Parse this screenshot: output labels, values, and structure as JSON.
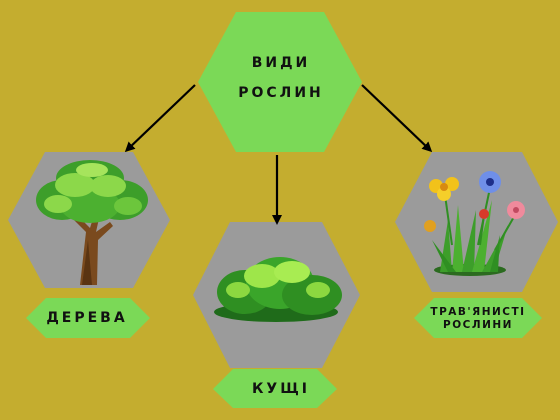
{
  "root": {
    "line1": "ВИДИ",
    "line2": "РОСЛИН"
  },
  "nodes": {
    "trees": {
      "label": "ДЕРЕВА"
    },
    "shrubs": {
      "label": "КУЩІ"
    },
    "herbs": {
      "line1": "ТРАВ'ЯНИСТІ",
      "line2": "РОСЛИНИ"
    }
  },
  "colors": {
    "background": "#c4ad2f",
    "hexagon_green": "#7bd957",
    "hexagon_gray": "#9b9b9b",
    "arrow": "#000000"
  },
  "icons": [
    "tree-illustration",
    "shrub-illustration",
    "wildflowers-illustration"
  ]
}
